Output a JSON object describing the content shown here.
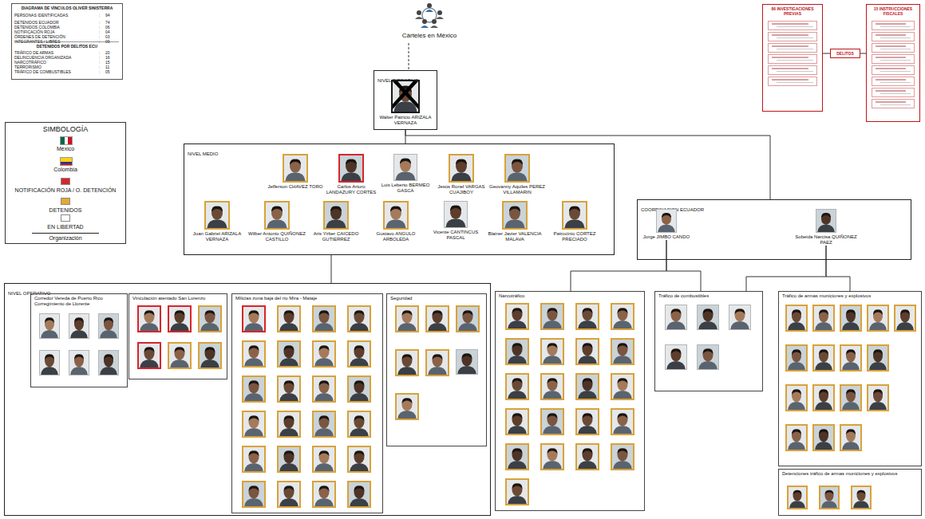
{
  "diagram": {
    "nodes": [
      {
        "text": [
          "DIAGRAMA DE VÍNCULOS OLIVER SINISTERRA",
          "DETENIDOS POR DELITOS ECU"
        ]
      },
      {
        "text": [
          "Cárteles en México"
        ]
      },
      {
        "text": [
          "86 INVESTIGACIONES PREVIAS"
        ]
      },
      {
        "text": [
          "DELITOS"
        ]
      },
      {
        "text": [
          "15 INSTRUCCIONES FISCALES"
        ]
      },
      {
        "text": [
          "NIVEL DIRECTIVO"
        ]
      },
      {
        "text": [
          "Walter Patricio ARIZALA VERNAZA"
        ],
        "in": 5
      },
      {
        "text": [
          "NIVEL MEDIO"
        ]
      },
      {
        "text": [
          "Jefferson CHAVEZ TORO"
        ],
        "in": 7
      },
      {
        "text": [
          "Carlos Arturo LANDAZURY CORTES"
        ],
        "in": 7
      },
      {
        "text": [
          "Luis Leberto BERMEO GASCA"
        ],
        "in": 7
      },
      {
        "text": [
          "Jesús Ronel VARGAS CUAJIBOY"
        ],
        "in": 7
      },
      {
        "text": [
          "Geovanny Aquiles PEREZ VILLAMARIN"
        ],
        "in": 7
      },
      {
        "text": [
          "Juan Gabriel ARIZALA VERNAZA"
        ],
        "in": 7
      },
      {
        "text": [
          "Wilber Antonio QUIÑONEZ CASTILLO"
        ],
        "in": 7
      },
      {
        "text": [
          "Aris Yirber CAICEDO GUTIERREZ"
        ],
        "in": 7
      },
      {
        "text": [
          "Gustavo ANGULO ARBOLEDA"
        ],
        "in": 7
      },
      {
        "text": [
          "Vicente CANTINCUS PASCAL"
        ],
        "in": 7
      },
      {
        "text": [
          "Blainer Javier VALENCIA MALAVA"
        ],
        "in": 7
      },
      {
        "text": [
          "Patrocinio CORTEZ PRECIADO"
        ],
        "in": 7
      },
      {
        "text": [
          "COORDINACION ECUADOR"
        ]
      },
      {
        "text": [
          "Jorge JIMBO CANDO"
        ],
        "in": 20
      },
      {
        "text": [
          "Sobeida Narcisa QUIÑONEZ PAEZ"
        ],
        "in": 20
      },
      {
        "text": [
          "NIVEL OPERATIVO"
        ]
      },
      {
        "text": [
          "Corredor Vereda de Puerto Rico Corregimiento de Llorente"
        ],
        "in": 23
      },
      {
        "text": [
          "Vinculación atentado San Lorenzo"
        ],
        "in": 23
      },
      {
        "text": [
          "Milicias zona baja del río Mira - Mataje"
        ],
        "in": 23
      },
      {
        "text": [
          "Seguridad"
        ],
        "in": 23
      },
      {
        "text": [
          "Narcotráfico"
        ]
      },
      {
        "text": [
          "Tráfico de combustibles"
        ]
      },
      {
        "text": [
          "Tráfico de armas municiones y explosivos"
        ]
      },
      {
        "text": [
          "Detenciones tráfico de armas municiones y explosivos"
        ]
      }
    ],
    "edges": [
      {
        "from": 1,
        "to": 5,
        "arrow": "none"
      },
      {
        "from": 5,
        "to": 7,
        "arrow": "none"
      },
      {
        "from": 5,
        "to": 20,
        "arrow": "none"
      },
      {
        "from": 7,
        "to": 23,
        "arrow": "none"
      },
      {
        "from": 21,
        "to": 28,
        "arrow": "none"
      },
      {
        "from": 21,
        "to": 29,
        "arrow": "none"
      },
      {
        "from": 22,
        "to": 29,
        "arrow": "none"
      },
      {
        "from": 22,
        "to": 30,
        "arrow": "none"
      },
      {
        "from": 2,
        "to": 3,
        "arrow": "none"
      },
      {
        "from": 3,
        "to": 4,
        "arrow": "none"
      }
    ],
    "labels": [
      "PERSONAS IDENTIFICADAS",
      ":",
      "94",
      "DETENIDOS ECUADOR",
      ":",
      "74",
      "DETENIDOS COLOMBIA",
      ":",
      "06",
      "NOTIFICACIÓN ROJA",
      ":",
      "04",
      "ÓRDENES DE DETENCIÓN",
      ":",
      "03",
      "INTEGRANTES / LIBRES",
      ":",
      "09",
      "TRÁFICO DE ARMAS",
      ":",
      "20",
      "DELINCUENCIA ORGANIZADA",
      ":",
      "16",
      "NARCOTRÁFICO",
      ":",
      "15",
      "TERRORISMO",
      ":",
      "11",
      "TRÁFICO DE COMBUSTIBLES",
      ":",
      "05",
      "SIMBOLOGÍA"
    ],
    "legend": [
      {
        "text": "México"
      },
      {
        "text": "Colombia"
      },
      {
        "text": "NOTIFICACIÓN ROJA / O. DETENCIÓN",
        "color": "#d7262b"
      },
      {
        "text": "DETENIDOS",
        "color": "#e3a935"
      },
      {
        "text": "EN LIBERTAD",
        "color": "#ffffff"
      },
      {
        "text": "Organización"
      }
    ]
  }
}
